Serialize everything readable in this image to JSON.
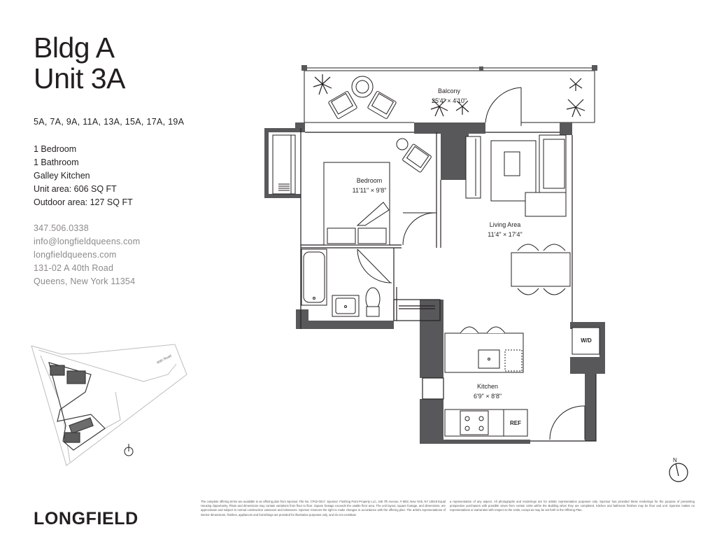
{
  "header": {
    "building": "Bldg A",
    "unit": "Unit 3A"
  },
  "similar_units": "5A, 7A, 9A, 11A, 13A, 15A, 17A, 19A",
  "facts": [
    "1 Bedroom",
    "1 Bathroom",
    "Galley Kitchen",
    "Unit area: 606 SQ FT",
    "Outdoor area: 127 SQ FT"
  ],
  "contact": {
    "phone": "347.506.0338",
    "email": "info@longfieldqueens.com",
    "website": "longfieldqueens.com",
    "address_line1": "131-02 A 40th Road",
    "address_line2": "Queens, New York 11354"
  },
  "brand": "LONGFIELD",
  "rooms": {
    "balcony": {
      "name": "Balcony",
      "dims": "25'4\" × 4'10\""
    },
    "bedroom": {
      "name": "Bedroom",
      "dims": "11'11\" × 9'8\""
    },
    "living": {
      "name": "Living Area",
      "dims": "11'4\" × 17'4\""
    },
    "kitchen": {
      "name": "Kitchen",
      "dims": "6'9\" × 8'8\""
    },
    "washer_dryer": "W/D",
    "refrigerator": "REF"
  },
  "keyplan": {
    "street": "40th Road"
  },
  "compass": {
    "north": "N"
  },
  "colors": {
    "wall": "#58585a",
    "text": "#231f20",
    "contact": "#8d8a8a",
    "line": "#231f20"
  },
  "disclaimer": {
    "left": "The complete offering terms are available in an offering plan from Sponsor. File No. CP22-0017. Sponsor: Flushing Point Property LLC, 445 7th Avenue, # M03, New York, NY 10018 Equal Housing Opportunity. Plans and dimensions may contain variations from floor to floor. Square footage exceeds the usable floor area. The unit layout, square footage, and dimensions, are approximate and subject to normal construction variances and tolerances. Sponsor reserves the right to make changes in accordance with the offering plan. The artist's representations of interior dimensions, finishes, appliances and furnishings are provided for illustrative purposes only, and do not constitute",
    "right": "a representation of any aspect. All photographs and renderings are for artistic representation purposes only. Sponsor has provided these renderings for the purpose of presenting prospective purchasers with possible views from certain Units within the Building when they are completed. Kitchen and bathroom finishes may be floor and unit. Sponsor makes no representations or warranties with respect to the Units, except as may be set forth in the Offering Plan."
  }
}
